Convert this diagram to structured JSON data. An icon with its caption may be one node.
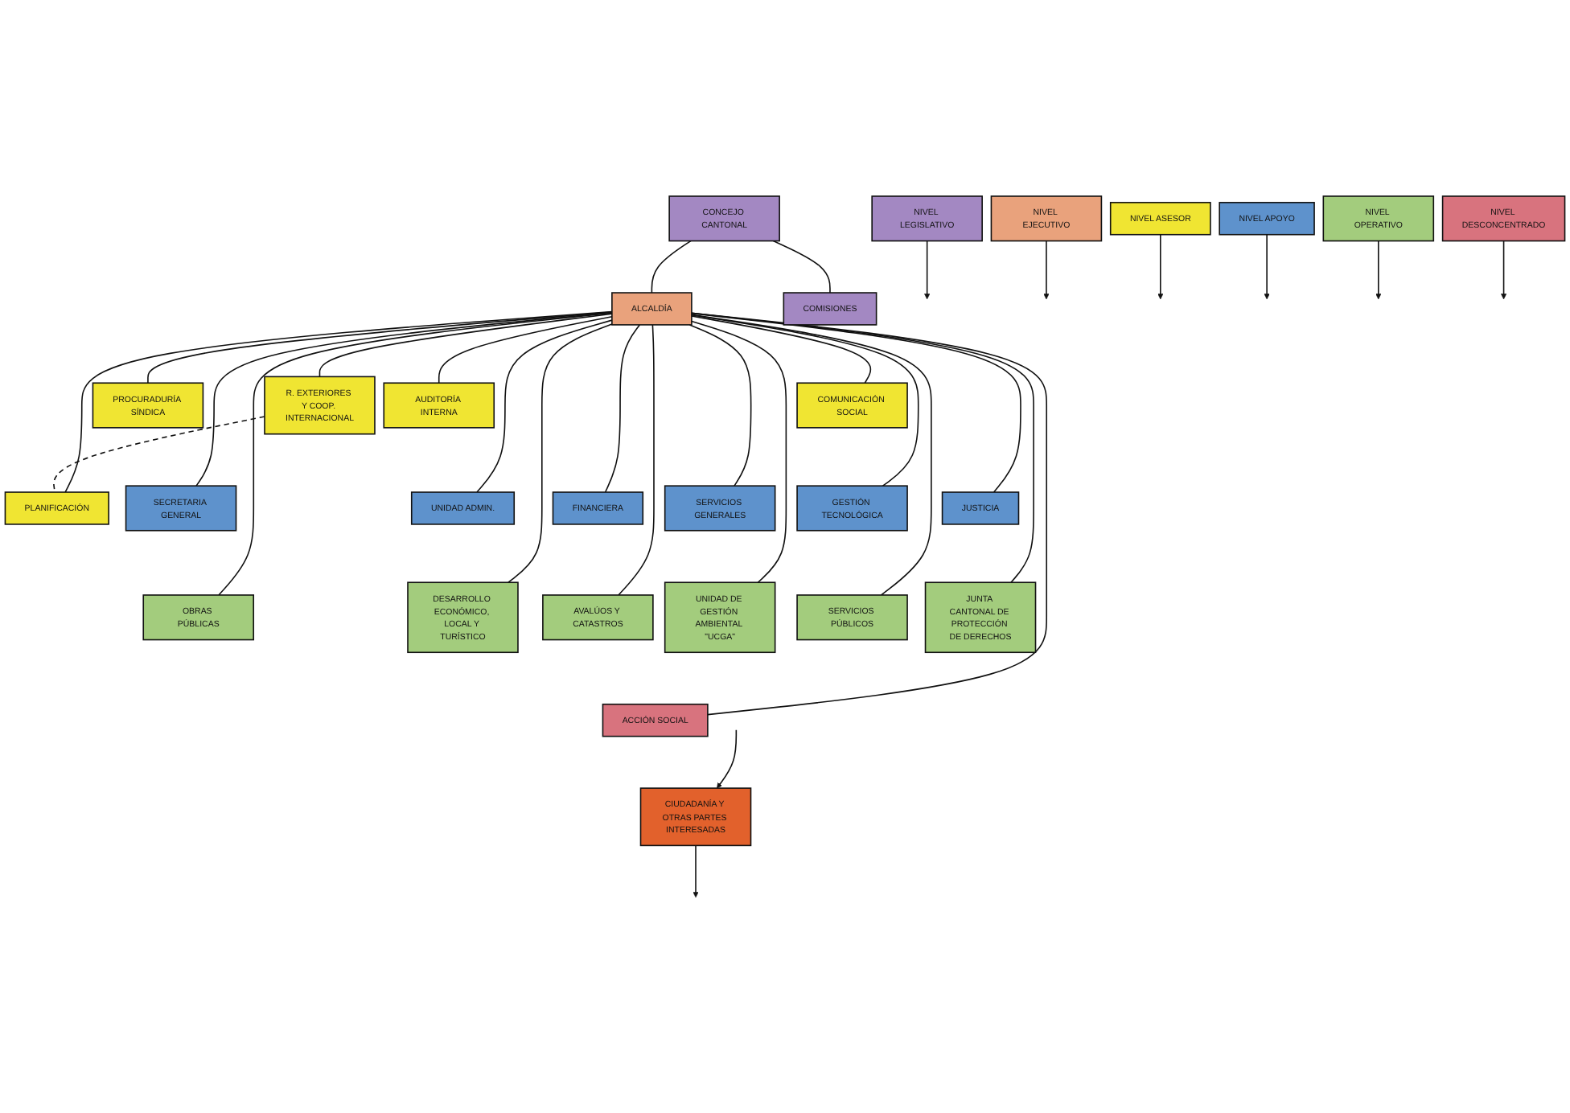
{
  "diagram": {
    "nodes": [
      {
        "text": [
          "NIVEL LEGISLATIVO"
        ]
      },
      {
        "text": [
          "CONCEJO CANTONAL"
        ]
      },
      {
        "text": [
          "COMISIONES"
        ]
      },
      {
        "text": [
          "NIVEL EJECUTIVO"
        ]
      },
      {
        "text": [
          "ALCALDÍA"
        ]
      },
      {
        "text": [
          "NIVEL ASESOR"
        ]
      },
      {
        "text": [
          "PROCURADURÍA SÍNDICA"
        ]
      },
      {
        "text": [
          "AUDITORÍA INTERNA"
        ]
      },
      {
        "text": [
          "R. EXTERIORES Y COOP. INTERNACIONAL"
        ]
      },
      {
        "text": [
          "PLANIFICACIÓN"
        ]
      },
      {
        "text": [
          "COMUNICACIÓN SOCIAL"
        ]
      },
      {
        "text": [
          "NIVEL APOYO"
        ]
      },
      {
        "text": [
          "SECRETARIA GENERAL"
        ]
      },
      {
        "text": [
          "UNIDAD ADMIN."
        ]
      },
      {
        "text": [
          "FINANCIERA"
        ]
      },
      {
        "text": [
          "SERVICIOS GENERALES"
        ]
      },
      {
        "text": [
          "GESTIÓN TECNOLÓGICA"
        ]
      },
      {
        "text": [
          "JUSTICIA"
        ]
      },
      {
        "text": [
          "NIVEL OPERATIVO"
        ]
      },
      {
        "text": [
          "OBRAS PÚBLICAS"
        ]
      },
      {
        "text": [
          "DESARROLLO ECONÓMICO, LOCAL Y TURÍSTICO"
        ]
      },
      {
        "text": [
          "AVALÚOS Y CATASTROS"
        ]
      },
      {
        "text": [
          "UNIDAD DE GESTIÓN AMBIENTAL \"UCGA\""
        ]
      },
      {
        "text": [
          "SERVICIOS PÚBLICOS"
        ]
      },
      {
        "text": [
          "JUNTA CANTONAL DE PROTECCIÓN DE DERECHOS"
        ]
      },
      {
        "text": [
          "NIVEL DESCONCENTRADO"
        ]
      },
      {
        "text": [
          "ACCIÓN SOCIAL"
        ]
      },
      {
        "text": [
          "CIUDADANÍA Y OTRAS PARTES INTERESADAS"
        ]
      }
    ],
    "edges": [
      {
        "from": 0,
        "to": null,
        "arrow": "to"
      },
      {
        "from": 1,
        "to": 2,
        "arrow": "none"
      },
      {
        "from": 3,
        "to": null,
        "arrow": "to"
      },
      {
        "from": 1,
        "to": 4,
        "arrow": "none"
      },
      {
        "from": 5,
        "to": null,
        "arrow": "to"
      },
      {
        "from": 4,
        "to": 6,
        "arrow": "none"
      },
      {
        "from": 4,
        "to": 7,
        "arrow": "none"
      },
      {
        "from": 4,
        "to": 8,
        "arrow": "none"
      },
      {
        "from": 4,
        "to": 9,
        "arrow": "none"
      },
      {
        "from": 4,
        "to": 10,
        "arrow": "none"
      },
      {
        "from": 8,
        "to": 9,
        "arrow": "none",
        "style": "dashed"
      },
      {
        "from": 11,
        "to": null,
        "arrow": "to"
      },
      {
        "from": 4,
        "to": 12,
        "arrow": "none"
      },
      {
        "from": 4,
        "to": 13,
        "arrow": "none"
      },
      {
        "from": 4,
        "to": 14,
        "arrow": "none"
      },
      {
        "from": 4,
        "to": 15,
        "arrow": "none"
      },
      {
        "from": 4,
        "to": 16,
        "arrow": "none"
      },
      {
        "from": 4,
        "to": 17,
        "arrow": "none"
      },
      {
        "from": 18,
        "to": null,
        "arrow": "to"
      },
      {
        "from": 4,
        "to": 19,
        "arrow": "none"
      },
      {
        "from": 4,
        "to": 20,
        "arrow": "none"
      },
      {
        "from": 4,
        "to": 21,
        "arrow": "none"
      },
      {
        "from": 4,
        "to": 22,
        "arrow": "none"
      },
      {
        "from": 4,
        "to": 23,
        "arrow": "none"
      },
      {
        "from": 4,
        "to": 24,
        "arrow": "none"
      },
      {
        "from": 25,
        "to": null,
        "arrow": "to"
      },
      {
        "from": 4,
        "to": 26,
        "arrow": "none"
      },
      {
        "from": 27,
        "to": null,
        "arrow": "to"
      },
      {
        "from": null,
        "to": 27,
        "arrow": "to"
      }
    ]
  }
}
